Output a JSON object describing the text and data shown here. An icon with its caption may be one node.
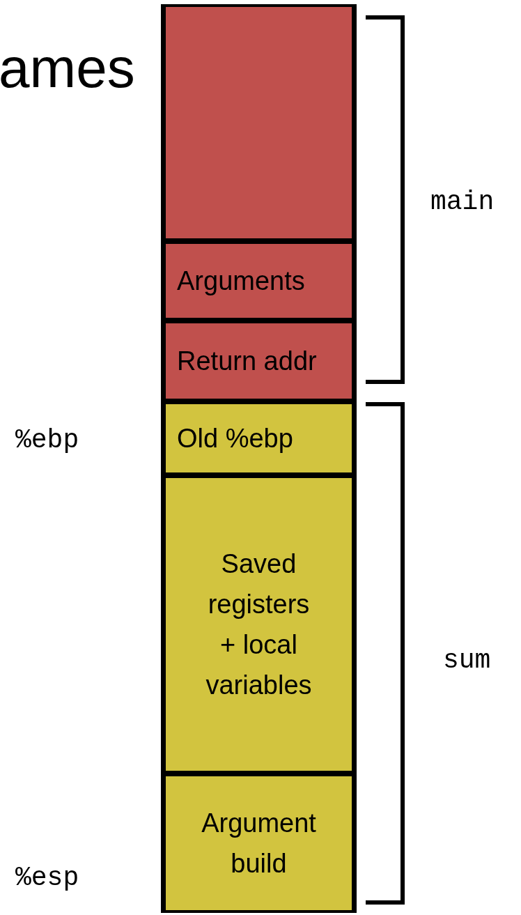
{
  "diagram": {
    "title": "ames",
    "nodes": [
      {
        "text": [],
        "shape": "box"
      },
      {
        "text": [
          "Arguments"
        ]
      },
      {
        "text": [
          "Return addr"
        ]
      },
      {
        "text": [
          "Old %ebp"
        ]
      },
      {
        "text": [
          "Saved registers + local variables"
        ]
      },
      {
        "text": [
          "Argument build"
        ]
      }
    ],
    "labels": [
      "main",
      "%ebp",
      "sum",
      "%esp"
    ]
  }
}
